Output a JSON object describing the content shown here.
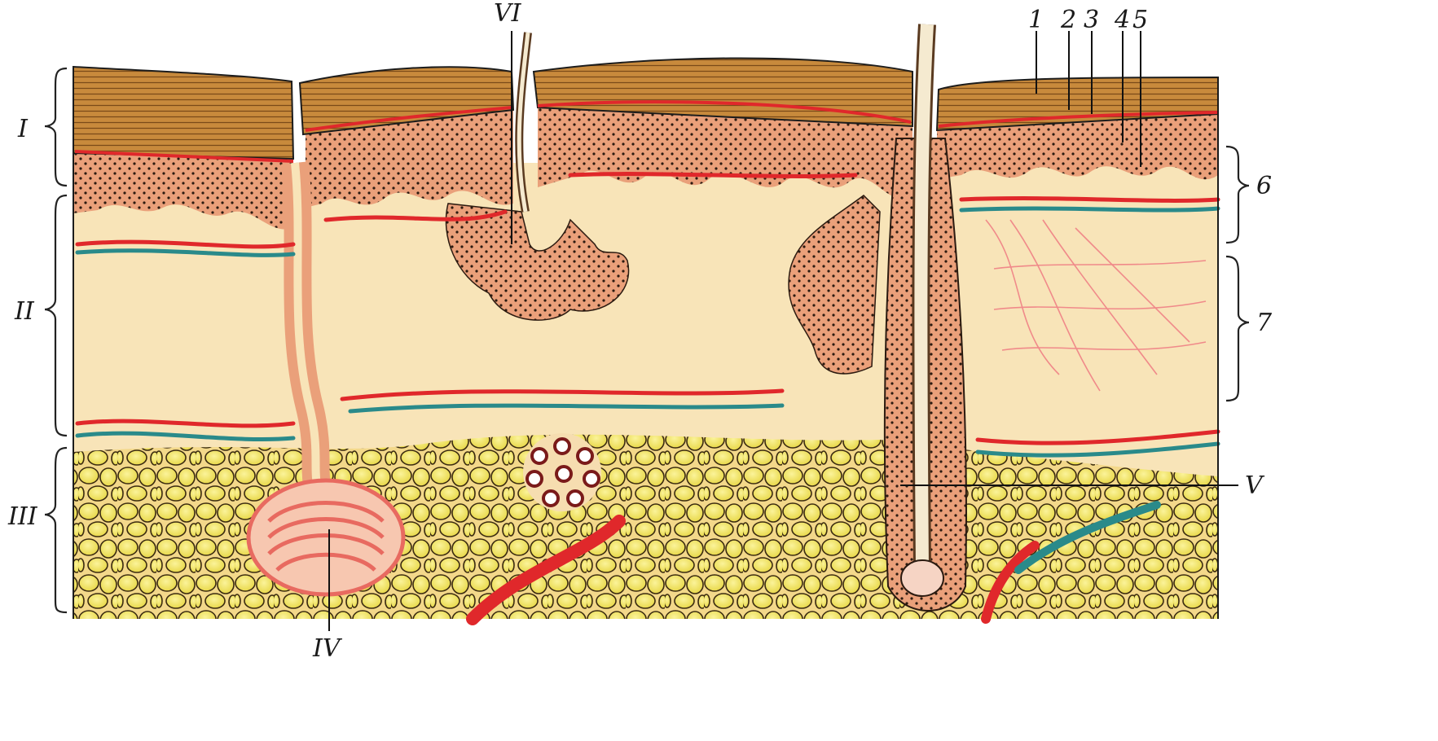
{
  "labels": {
    "layer_1": "I",
    "layer_2": "II",
    "layer_3": "III",
    "layer_4": "IV",
    "layer_5": "V",
    "layer_6": "VI",
    "num_1": "1",
    "num_2": "2",
    "num_3": "3",
    "num_4": "4",
    "num_5": "5",
    "num_6": "6",
    "num_7": "7"
  },
  "colors": {
    "stratum_corneum": "#c98a3a",
    "epidermis": "#e9a27a",
    "dermis": "#f8e3b8",
    "fat_cells": "#f2e05a",
    "artery": "#e0282b",
    "vein": "#2a8a8a",
    "outline": "#1c1c1c"
  }
}
